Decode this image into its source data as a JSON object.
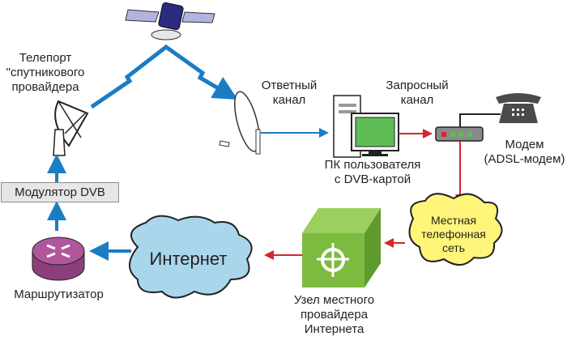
{
  "diagram": {
    "nodes": {
      "teleport": {
        "label_lines": [
          "Телепорт",
          "\"спутникового",
          "провайдера"
        ]
      },
      "satellite": {
        "label": ""
      },
      "return_channel": {
        "label_lines": [
          "Ответный",
          "канал"
        ]
      },
      "request_channel": {
        "label_lines": [
          "Запросный",
          "канал"
        ]
      },
      "pc": {
        "label_lines": [
          "ПК пользователя",
          "с DVB-картой"
        ]
      },
      "modem": {
        "label_lines": [
          "Модем",
          "(ADSL-модем)"
        ]
      },
      "modulator": {
        "label": "Модулятор DVB"
      },
      "router": {
        "label": "Маршрутизатор"
      },
      "internet": {
        "label": "Интернет"
      },
      "phone_network": {
        "label_lines": [
          "Местная",
          "телефонная",
          "сеть"
        ]
      },
      "isp_node": {
        "label_lines": [
          "Узел местного",
          "провайдера",
          "Интернета"
        ]
      }
    },
    "colors": {
      "satellite_link": "#1a7dc4",
      "request_link": "#d7262b",
      "internet_cloud": "#a9d6ea",
      "phone_cloud": "#fff57a",
      "isp_node": "#7cbb3f",
      "router": "#b0569a",
      "pc_screen": "#5fbd55"
    }
  }
}
